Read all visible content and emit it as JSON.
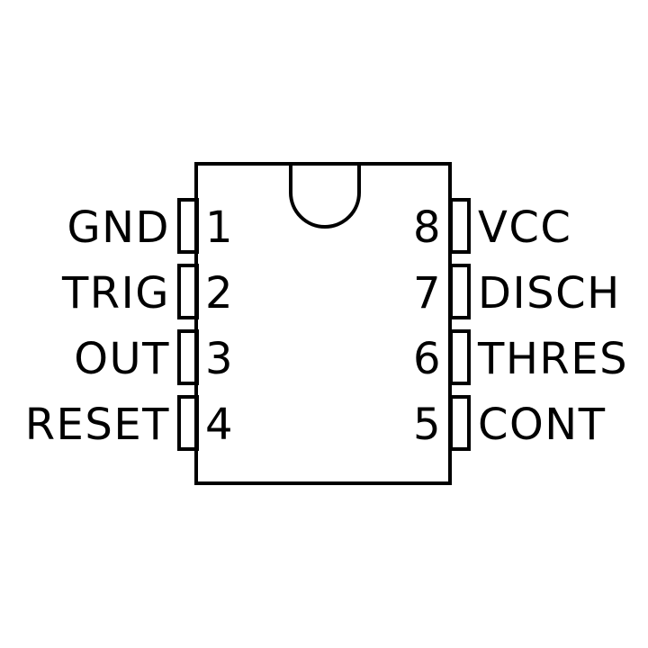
{
  "diagram": {
    "colors": {
      "line": "#000000",
      "text": "#000000",
      "background": "#ffffff"
    },
    "left_pins": [
      {
        "number": "1",
        "label": "GND"
      },
      {
        "number": "2",
        "label": "TRIG"
      },
      {
        "number": "3",
        "label": "OUT"
      },
      {
        "number": "4",
        "label": "RESET"
      }
    ],
    "right_pins": [
      {
        "number": "8",
        "label": "VCC"
      },
      {
        "number": "7",
        "label": "DISCH"
      },
      {
        "number": "6",
        "label": "THRES"
      },
      {
        "number": "5",
        "label": "CONT"
      }
    ]
  }
}
